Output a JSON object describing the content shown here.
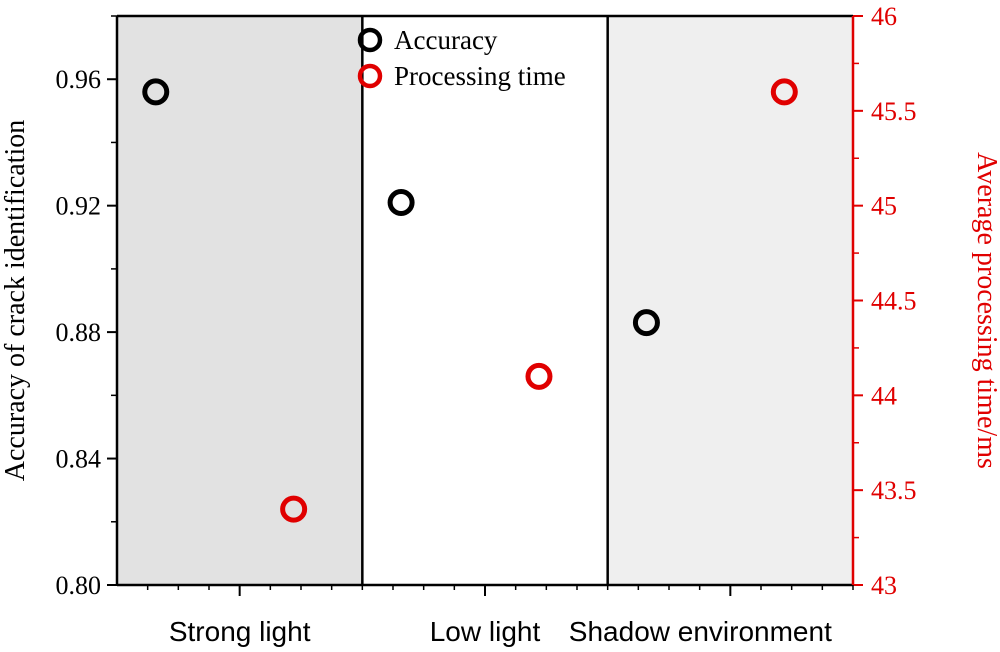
{
  "chart_data": {
    "type": "scatter",
    "categories": [
      "Strong light",
      "Low light",
      "Shadow environment"
    ],
    "regions": [
      {
        "category": "Strong light",
        "fill": "#e2e2e2"
      },
      {
        "category": "Low light",
        "fill": "#ffffff"
      },
      {
        "category": "Shadow environment",
        "fill": "#efefef"
      }
    ],
    "y_left": {
      "label": "Accuracy of crack identification",
      "range": [
        0.8,
        0.98
      ],
      "ticks": [
        0.8,
        0.84,
        0.88,
        0.92,
        0.96
      ],
      "tick_labels": [
        "0.80",
        "0.84",
        "0.88",
        "0.92",
        "0.96"
      ],
      "color": "#000000"
    },
    "y_right": {
      "label": "Average processing time/ms",
      "range": [
        43,
        46
      ],
      "ticks": [
        43,
        43.5,
        44,
        44.5,
        45,
        45.5,
        46
      ],
      "tick_labels": [
        "43",
        "43.5",
        "44",
        "44.5",
        "45",
        "45.5",
        "46"
      ],
      "color": "#e00000"
    },
    "series": [
      {
        "name": "Accuracy",
        "axis": "left",
        "color": "#000000",
        "points": [
          {
            "category": "Strong light",
            "y": 0.956
          },
          {
            "category": "Low light",
            "y": 0.921
          },
          {
            "category": "Shadow environment",
            "y": 0.883
          }
        ]
      },
      {
        "name": "Processing time",
        "axis": "right",
        "color": "#e00000",
        "points": [
          {
            "category": "Strong light",
            "y": 43.4
          },
          {
            "category": "Low light",
            "y": 44.1
          },
          {
            "category": "Shadow environment",
            "y": 45.6
          }
        ]
      }
    ],
    "legend": {
      "placement": "top-center"
    }
  }
}
